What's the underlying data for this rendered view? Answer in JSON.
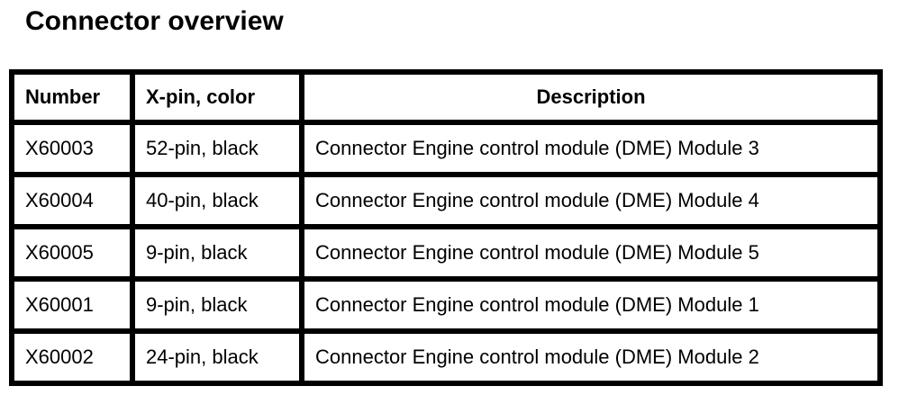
{
  "page": {
    "title": "Connector overview"
  },
  "table": {
    "headers": {
      "number": "Number",
      "xpin": "X-pin, color",
      "description": "Description"
    },
    "rows": [
      {
        "number": "X60003",
        "xpin": "52-pin, black",
        "description": "Connector Engine control module (DME) Module 3"
      },
      {
        "number": "X60004",
        "xpin": "40-pin, black",
        "description": "Connector Engine control module (DME) Module 4"
      },
      {
        "number": "X60005",
        "xpin": "9-pin, black",
        "description": "Connector Engine control module (DME) Module 5"
      },
      {
        "number": "X60001",
        "xpin": "9-pin, black",
        "description": "Connector Engine control module (DME) Module 1"
      },
      {
        "number": "X60002",
        "xpin": "24-pin, black",
        "description": "Connector Engine control module (DME) Module 2"
      }
    ],
    "colors": {
      "border": "#000000",
      "background": "#ffffff",
      "text": "#000000"
    }
  }
}
